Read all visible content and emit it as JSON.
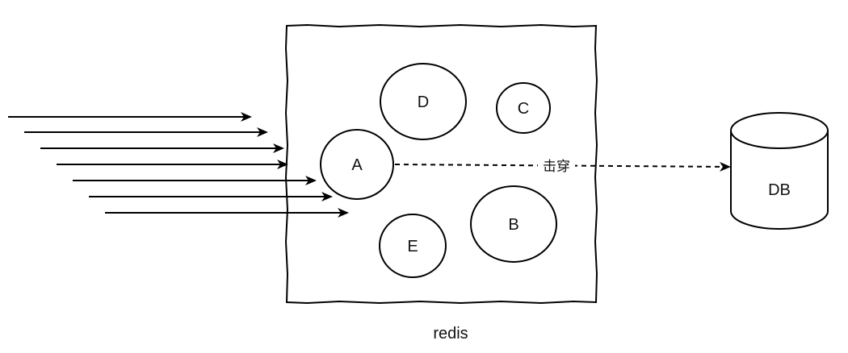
{
  "diagram": {
    "nodes": {
      "a": "A",
      "b": "B",
      "c": "C",
      "d": "D",
      "e": "E"
    },
    "cache_label": "redis",
    "db_label": "DB",
    "edge_label": "击穿"
  }
}
